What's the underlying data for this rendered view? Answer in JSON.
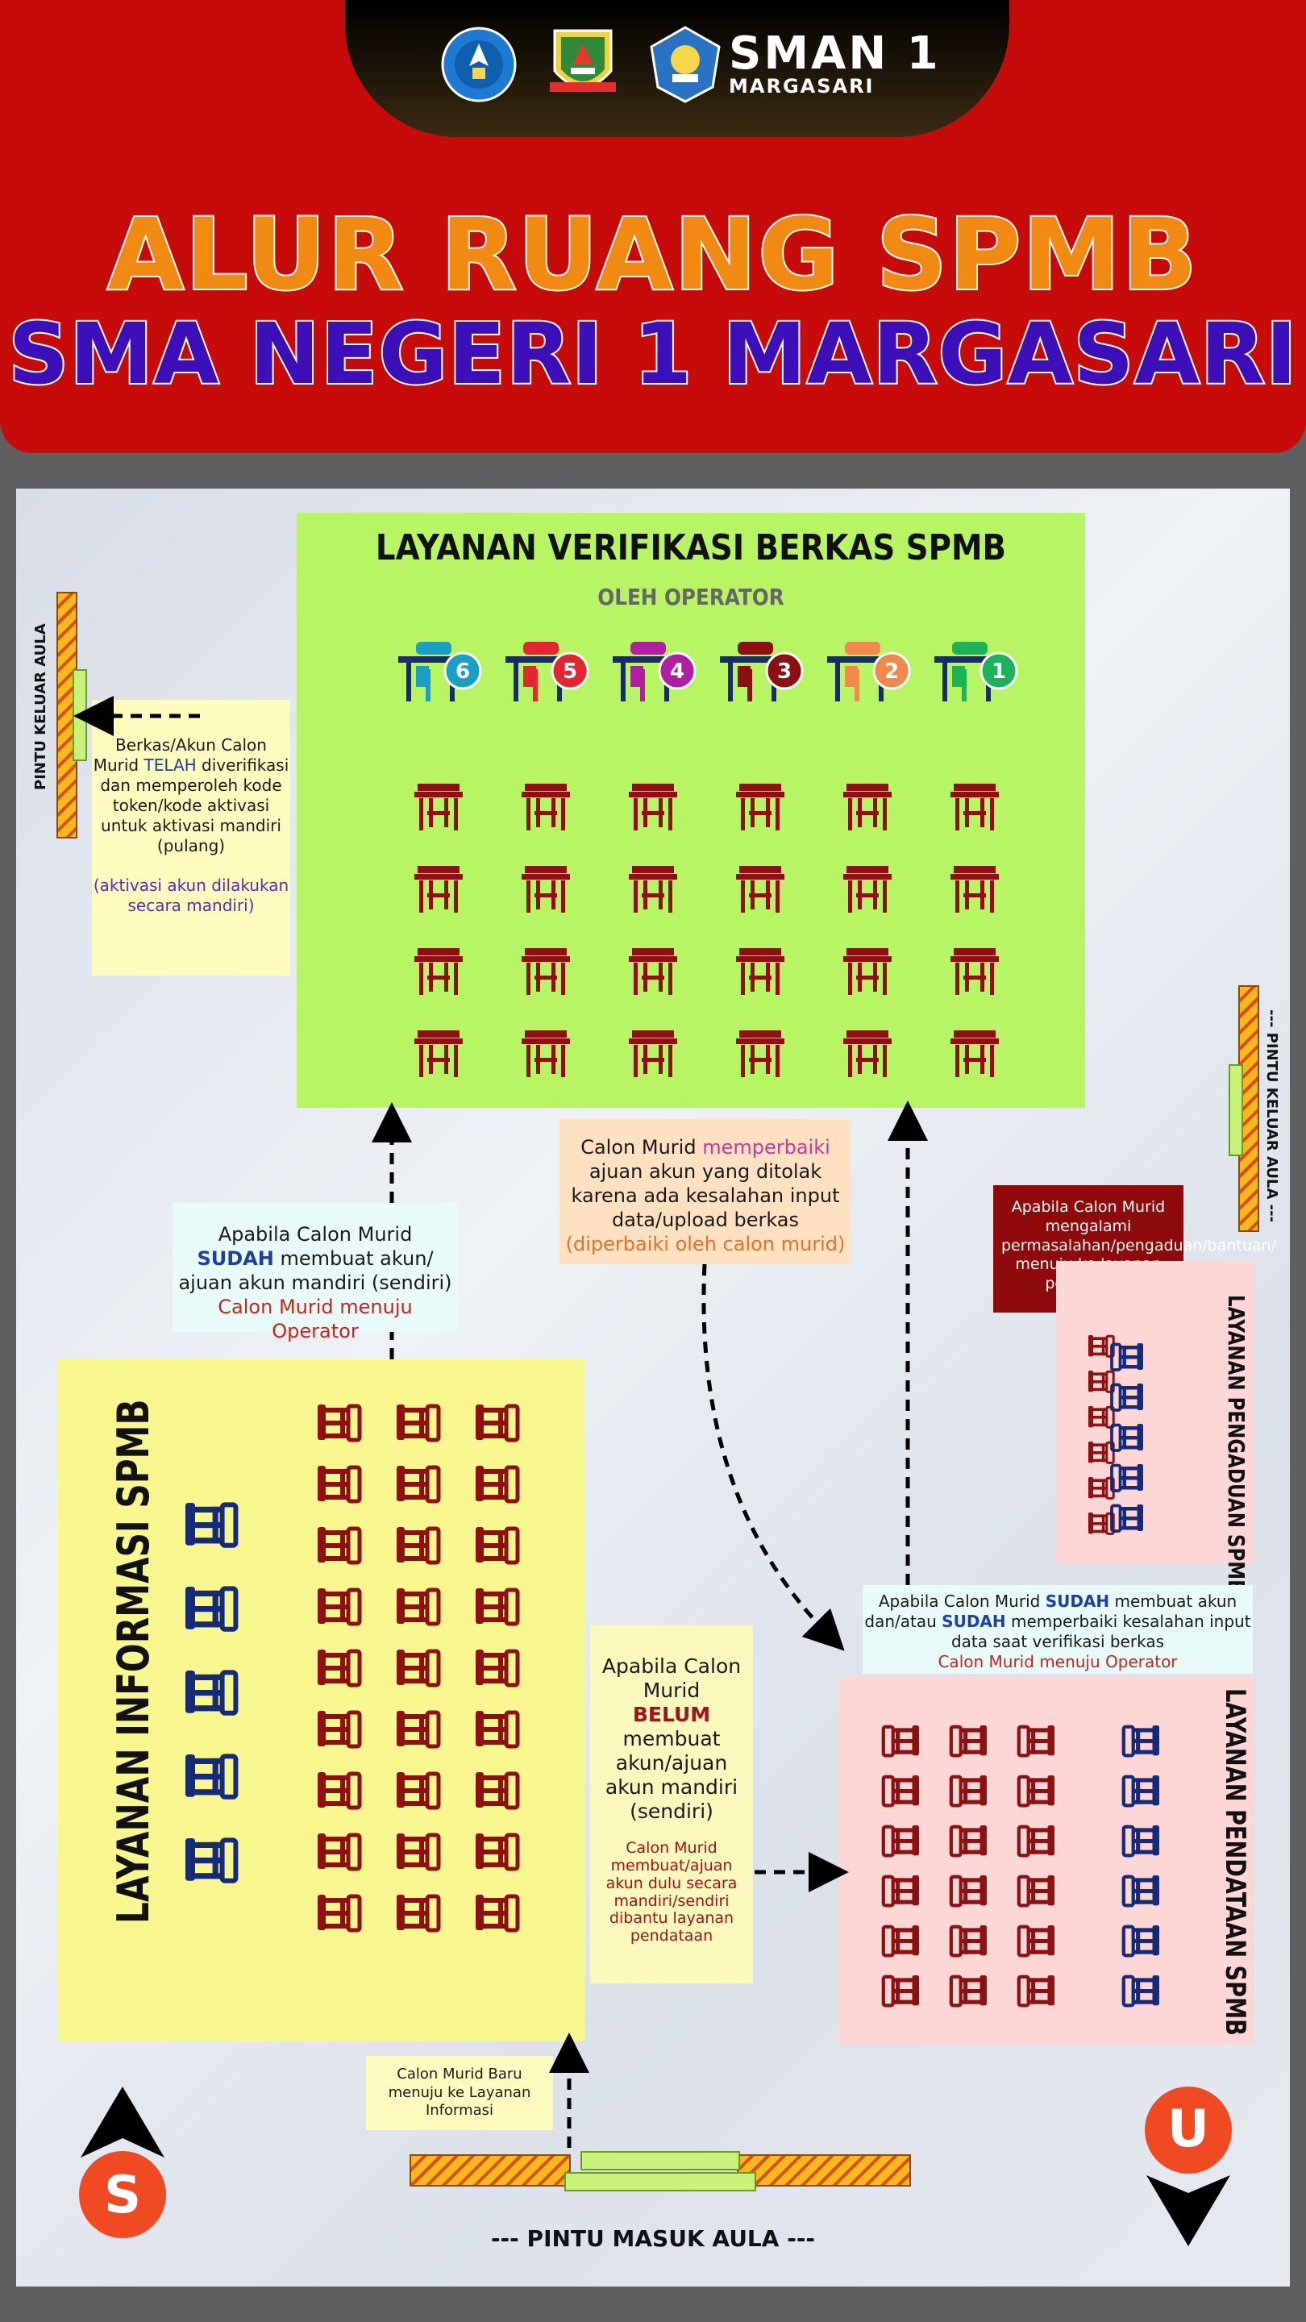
{
  "header": {
    "logo_text": "SMAN 1",
    "logo_sub": "MARGASARI",
    "title_line1": "ALUR RUANG SPMB",
    "title_line2": "SMA NEGERI 1 MARGASARI"
  },
  "verifikasi": {
    "title": "LAYANAN VERIFIKASI BERKAS SPMB",
    "subtitle": "OLEH OPERATOR",
    "stations": [
      "6",
      "5",
      "4",
      "3",
      "2",
      "1"
    ],
    "station_colors": [
      "#1aa0c4",
      "#e3262f",
      "#b21ea3",
      "#8c0f12",
      "#f2894a",
      "#1db35b"
    ]
  },
  "notes": {
    "exit_left_a": "Berkas/Akun Calon Murid",
    "exit_left_b": "TELAH",
    "exit_left_c": "diverifikasi dan memperoleh kode token/kode aktivasi untuk aktivasi mandiri (pulang)",
    "exit_left_d": "(aktivasi akun dilakukan secara mandiri)",
    "to_operator_a": "Apabila Calon Murid",
    "to_operator_b": "SUDAH",
    "to_operator_c": "membuat akun/ ajuan akun mandiri (sendiri)",
    "to_operator_d": "Calon Murid menuju Operator",
    "fix_a": "Calon Murid",
    "fix_b": "memperbaiki",
    "fix_c": "ajuan akun yang ditolak karena ada kesalahan input data/upload berkas",
    "fix_d": "(diperbaiki oleh calon murid)",
    "complaint": "Apabila Calon Murid mengalami permasalahan/pengaduan/bantuan/ menuju ke layanan pengaduan",
    "reg_op_a": "Apabila Calon Murid",
    "reg_op_b": "SUDAH",
    "reg_op_c": "membuat akun dan/atau",
    "reg_op_d": "SUDAH",
    "reg_op_e": "memperbaiki kesalahan input data saat verifikasi berkas",
    "reg_op_f": "Calon Murid menuju Operator",
    "belum_a": "Apabila Calon Murid",
    "belum_b": "BELUM",
    "belum_c": "membuat akun/ajuan akun mandiri (sendiri)",
    "belum_d": "Calon Murid membuat/ajuan akun dulu secara mandiri/sendiri dibantu layanan pendataan",
    "new_student": "Calon Murid Baru menuju ke Layanan Informasi"
  },
  "rooms": {
    "informasi": "LAYANAN INFORMASI SPMB",
    "pengaduan": "LAYANAN PENGADUAN SPMB",
    "pendataan": "LAYANAN PENDATAAN SPMB"
  },
  "doors": {
    "exit_left": "PINTU KELUAR AULA",
    "exit_right": "--- PINTU KELUAR AULA ---",
    "entrance": "--- PINTU MASUK AULA ---"
  },
  "compass": {
    "south": "S",
    "north": "U"
  }
}
